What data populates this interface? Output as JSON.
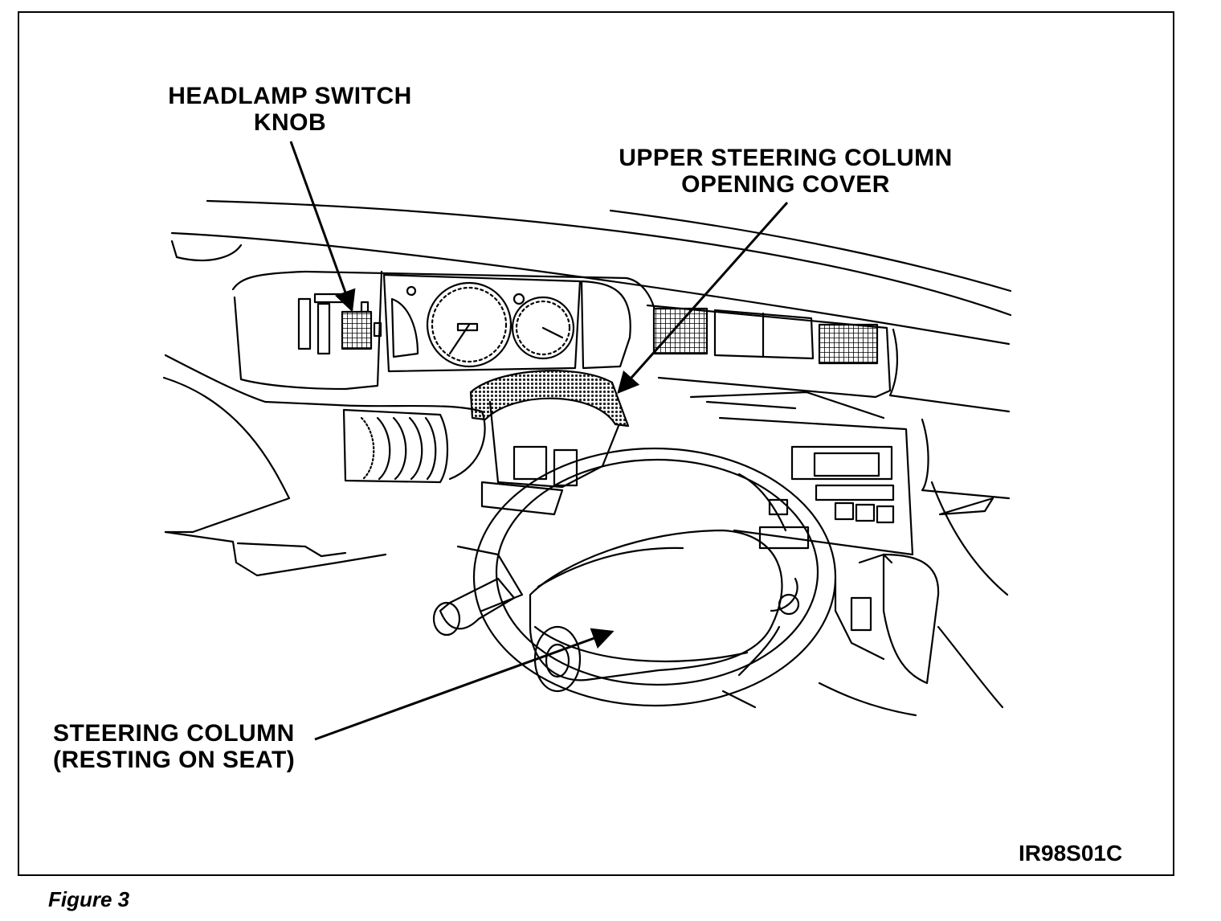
{
  "callouts": {
    "headlamp_line1": "HEADLAMP SWITCH",
    "headlamp_line2": "KNOB",
    "upper_line1": "UPPER STEERING COLUMN",
    "upper_line2": "OPENING COVER",
    "column_line1": "STEERING COLUMN",
    "column_line2": "(RESTING ON SEAT)"
  },
  "figure_code": "IR98S01C",
  "caption": "Figure 3",
  "colors": {
    "ink": "#000000",
    "paper": "#ffffff",
    "halftone": "#555555"
  }
}
